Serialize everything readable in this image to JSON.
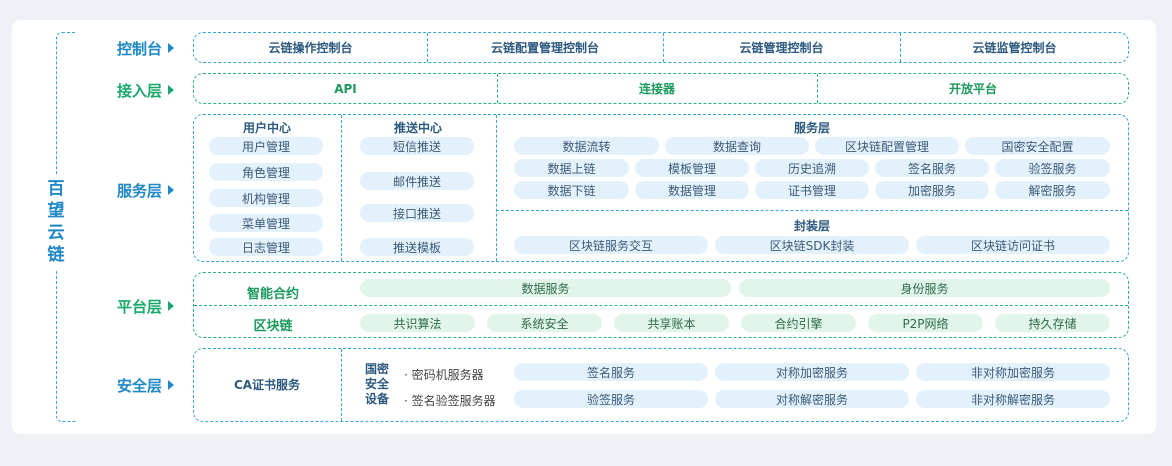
{
  "side_title": [
    "百",
    "望",
    "云",
    "链"
  ],
  "layers": {
    "console": {
      "label": "控制台",
      "items": [
        "云链操作控制台",
        "云链配置管理控制台",
        "云链管理控制台",
        "云链监管控制台"
      ]
    },
    "access": {
      "label": "接入层",
      "items": [
        "API",
        "连接器",
        "开放平台"
      ]
    },
    "service": {
      "label": "服务层",
      "user_center": {
        "title": "用户中心",
        "items": [
          "用户管理",
          "角色管理",
          "机构管理",
          "菜单管理",
          "日志管理"
        ]
      },
      "push_center": {
        "title": "推送中心",
        "items": [
          "短信推送",
          "邮件推送",
          "接口推送",
          "推送模板"
        ]
      },
      "service_layer": {
        "title": "服务层",
        "rows": [
          [
            "数据流转",
            "数据查询",
            "区块链配置管理",
            "国密安全配置"
          ],
          [
            "数据上链",
            "模板管理",
            "历史追溯",
            "签名服务",
            "验签服务"
          ],
          [
            "数据下链",
            "数据管理",
            "证书管理",
            "加密服务",
            "解密服务"
          ]
        ]
      },
      "wrap_layer": {
        "title": "封装层",
        "items": [
          "区块链服务交互",
          "区块链SDK封装",
          "区块链访问证书"
        ]
      }
    },
    "platform": {
      "label": "平台层",
      "contract": {
        "title": "智能合约",
        "items": [
          "数据服务",
          "身份服务"
        ]
      },
      "chain": {
        "title": "区块链",
        "items": [
          "共识算法",
          "系统安全",
          "共享账本",
          "合约引擎",
          "P2P网络",
          "持久存储"
        ]
      }
    },
    "security": {
      "label": "安全层",
      "ca": "CA证书服务",
      "gm_title": [
        "国密",
        "安全",
        "设备"
      ],
      "devices": [
        "· 密码机服务器",
        "· 签名验签服务器"
      ],
      "rows": [
        [
          "签名服务",
          "对称加密服务",
          "非对称加密服务"
        ],
        [
          "验签服务",
          "对称解密服务",
          "非对称解密服务"
        ]
      ]
    }
  },
  "colors": {
    "blue": "#1e88c8",
    "green": "#18a86a",
    "pill_blue": "#e3f1fc",
    "pill_green": "#e2f5ea"
  }
}
